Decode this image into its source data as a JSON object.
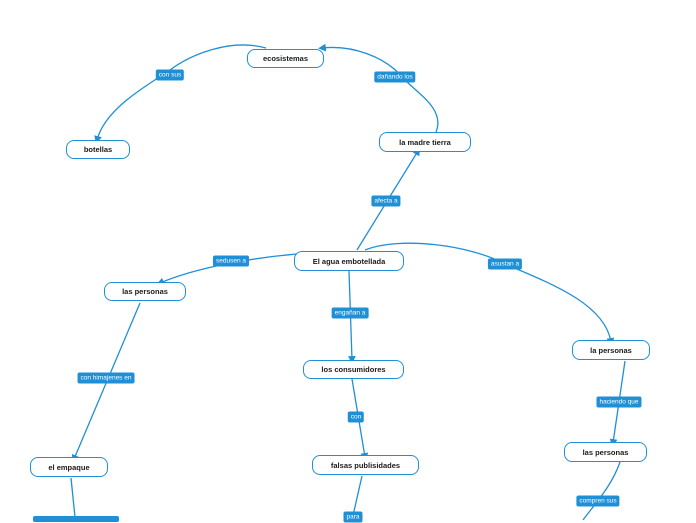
{
  "accent_color": "#1f8fd6",
  "nodes": {
    "ecosistemas": "ecosistemas",
    "botellas": "botellas",
    "madre_tierra": "la madre tierra",
    "agua_embotellada": "El agua embotellada",
    "las_personas_left": "las personas",
    "los_consumidores": "los consumidores",
    "la_personas_right": "la personas",
    "el_empaque": "el empaque",
    "falsas_publisidades": "falsas publisidades",
    "las_personas_right": "las personas"
  },
  "links": {
    "con_sus": "con sus",
    "danando_los": "dañando los",
    "afecta_a": "afecta a",
    "sedusen_a": "sedusen a",
    "asustan_a": "asustan a",
    "enganan_a": "engañan a",
    "con_himajenes_en": "con himajenes en",
    "con": "con",
    "haciendo_que": "haciendo que",
    "para": "para",
    "compren_sus": "compren sus"
  }
}
